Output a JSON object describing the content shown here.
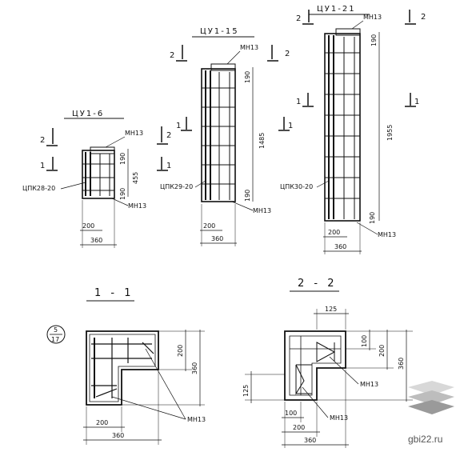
{
  "elements": {
    "cu1_6": {
      "title": "ЦУ1-6",
      "frame": "ЦПК28-20",
      "mesh_top": "МН13",
      "mesh_bottom": "МН13",
      "height": "455",
      "top_off": "190",
      "bot_off": "190",
      "w_inner": "200",
      "w_outer": "360"
    },
    "cu1_15": {
      "title": "ЦУ1-15",
      "frame": "ЦПК29-20",
      "mesh_top": "МН13",
      "mesh_bottom": "МН13",
      "height": "1485",
      "top_off": "190",
      "bot_off": "190",
      "w_inner": "200",
      "w_outer": "360"
    },
    "cu1_21": {
      "title": "ЦУ1-21",
      "frame": "ЦПК30-20",
      "mesh_top": "МН13",
      "mesh_bottom": "МН13",
      "height": "1955",
      "top_off": "190",
      "bot_off": "190",
      "w_inner": "200",
      "w_outer": "360"
    }
  },
  "cut_marks": {
    "one": "1",
    "two": "2"
  },
  "sections": {
    "s1": {
      "title": "1 - 1",
      "h_upper": "200",
      "h_total": "360",
      "w_inner": "200",
      "w_outer": "360",
      "mesh": "МН13"
    },
    "s2": {
      "title": "2 - 2",
      "w_top": "125",
      "h_inner": "100",
      "h_mid": "200",
      "h_total": "360",
      "h_left": "125",
      "w_small": "100",
      "w_mid": "200",
      "w_total": "360",
      "mesh_a": "МН13",
      "mesh_b": "МН13"
    }
  },
  "sheet_ref": {
    "num": "5",
    "den": "17"
  },
  "watermark": "gbi22.ru",
  "logo_colors": {
    "top": "#d8d8d8",
    "mid": "#bdbdbd",
    "bottom": "#9a9a9a"
  }
}
